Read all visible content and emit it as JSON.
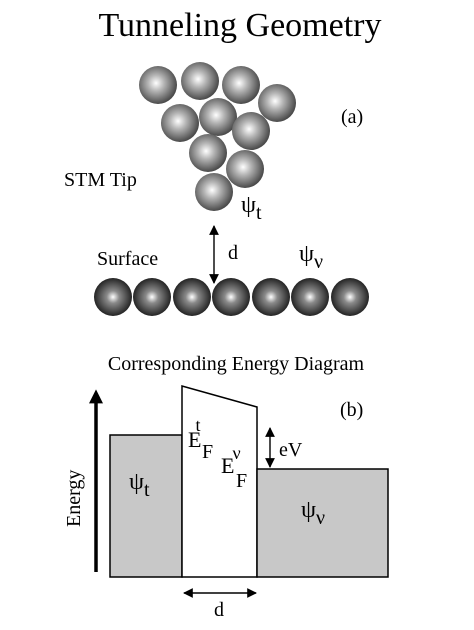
{
  "title": "Tunneling Geometry",
  "geometry": {
    "panel_label": "(a)",
    "tip_label": "STM Tip",
    "tip_wavefunction": {
      "symbol": "ψ",
      "subscript": "t"
    },
    "surface_label": "Surface",
    "surface_wavefunction": {
      "symbol": "ψ",
      "subscript": "ν"
    },
    "gap_label": "d"
  },
  "energy": {
    "heading": "Corresponding Energy Diagram",
    "panel_label": "(b)",
    "axis_label": "Energy",
    "tip_state": {
      "symbol": "ψ",
      "subscript": "t"
    },
    "tip_fermi": {
      "symbol": "E",
      "subscript": "F",
      "superscript": "t"
    },
    "surface_state": {
      "symbol": "ψ",
      "subscript": "ν"
    },
    "surface_fermi": {
      "symbol": "E",
      "subscript": "F",
      "superscript": "ν"
    },
    "bias_label": "eV",
    "barrier_width_label": "d"
  },
  "colors": {
    "filled_states": "#c8c8c8",
    "atom_highlight": "#ffffff",
    "atom_shadow": "#2a2a2a"
  }
}
